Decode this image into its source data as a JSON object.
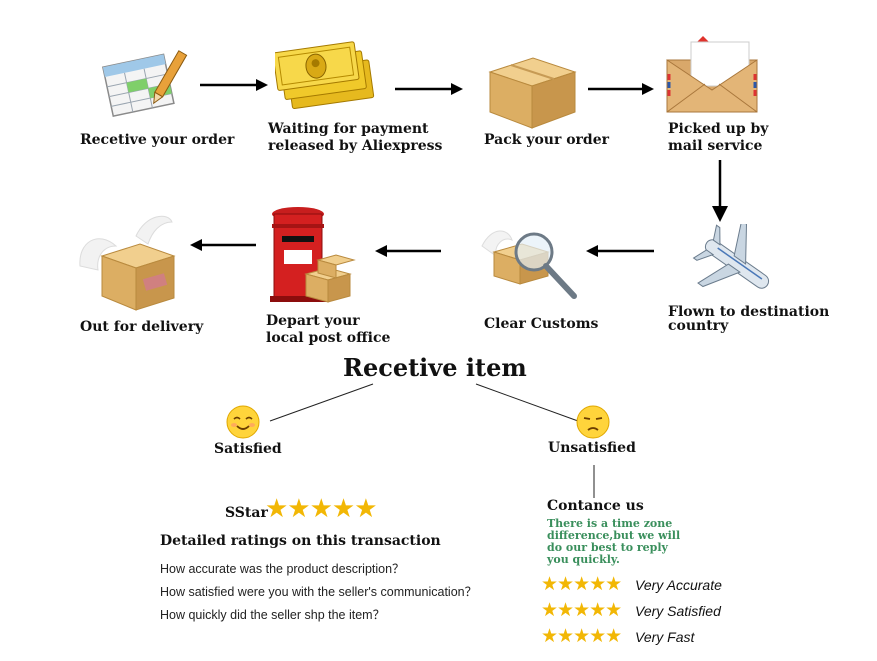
{
  "steps": [
    {
      "label": "Recetive your order",
      "icon": "order-form-icon"
    },
    {
      "label": "Waiting for payment\nreleased by Aliexpress",
      "icon": "money-icon"
    },
    {
      "label": "Pack your order",
      "icon": "package-box-icon"
    },
    {
      "label": "Picked up by\nmail service",
      "icon": "mail-envelope-icon"
    },
    {
      "label": "Flown to destination\ncountry",
      "icon": "airplane-icon"
    },
    {
      "label": "Clear Customs",
      "icon": "magnifier-box-icon"
    },
    {
      "label": "Depart your\nlocal post office",
      "icon": "post-box-icon"
    },
    {
      "label": "Out for delivery",
      "icon": "winged-box-icon"
    }
  ],
  "receive": {
    "title": "Recetive item",
    "satisfied": {
      "label": "Satisfied",
      "icon": "smiling-face-icon"
    },
    "unsatisfied": {
      "label": "Unsatisfied",
      "icon": "unamused-face-icon"
    }
  },
  "left_panel": {
    "star_label": "SStar",
    "stars": "★★★★★",
    "ratings_title": "Detailed ratings on this transaction",
    "questions": [
      "How accurate was the product description？",
      "How satisfied were you with the seller's communication？",
      "How quickly did the seller shp the item？"
    ]
  },
  "right_panel": {
    "contact": "Contance us",
    "note": "There is a time zone\ndifference,but we will\ndo  our best to reply\nyou quickly.",
    "ratings": [
      {
        "stars": "★★★★★",
        "text": "Very Accurate"
      },
      {
        "stars": "★★★★★",
        "text": "Very Satisfied"
      },
      {
        "stars": "★★★★★",
        "text": "Very Fast"
      }
    ]
  },
  "colors": {
    "star": "#f2b705",
    "note_green": "#3a8f5c",
    "arrow": "#000000"
  }
}
